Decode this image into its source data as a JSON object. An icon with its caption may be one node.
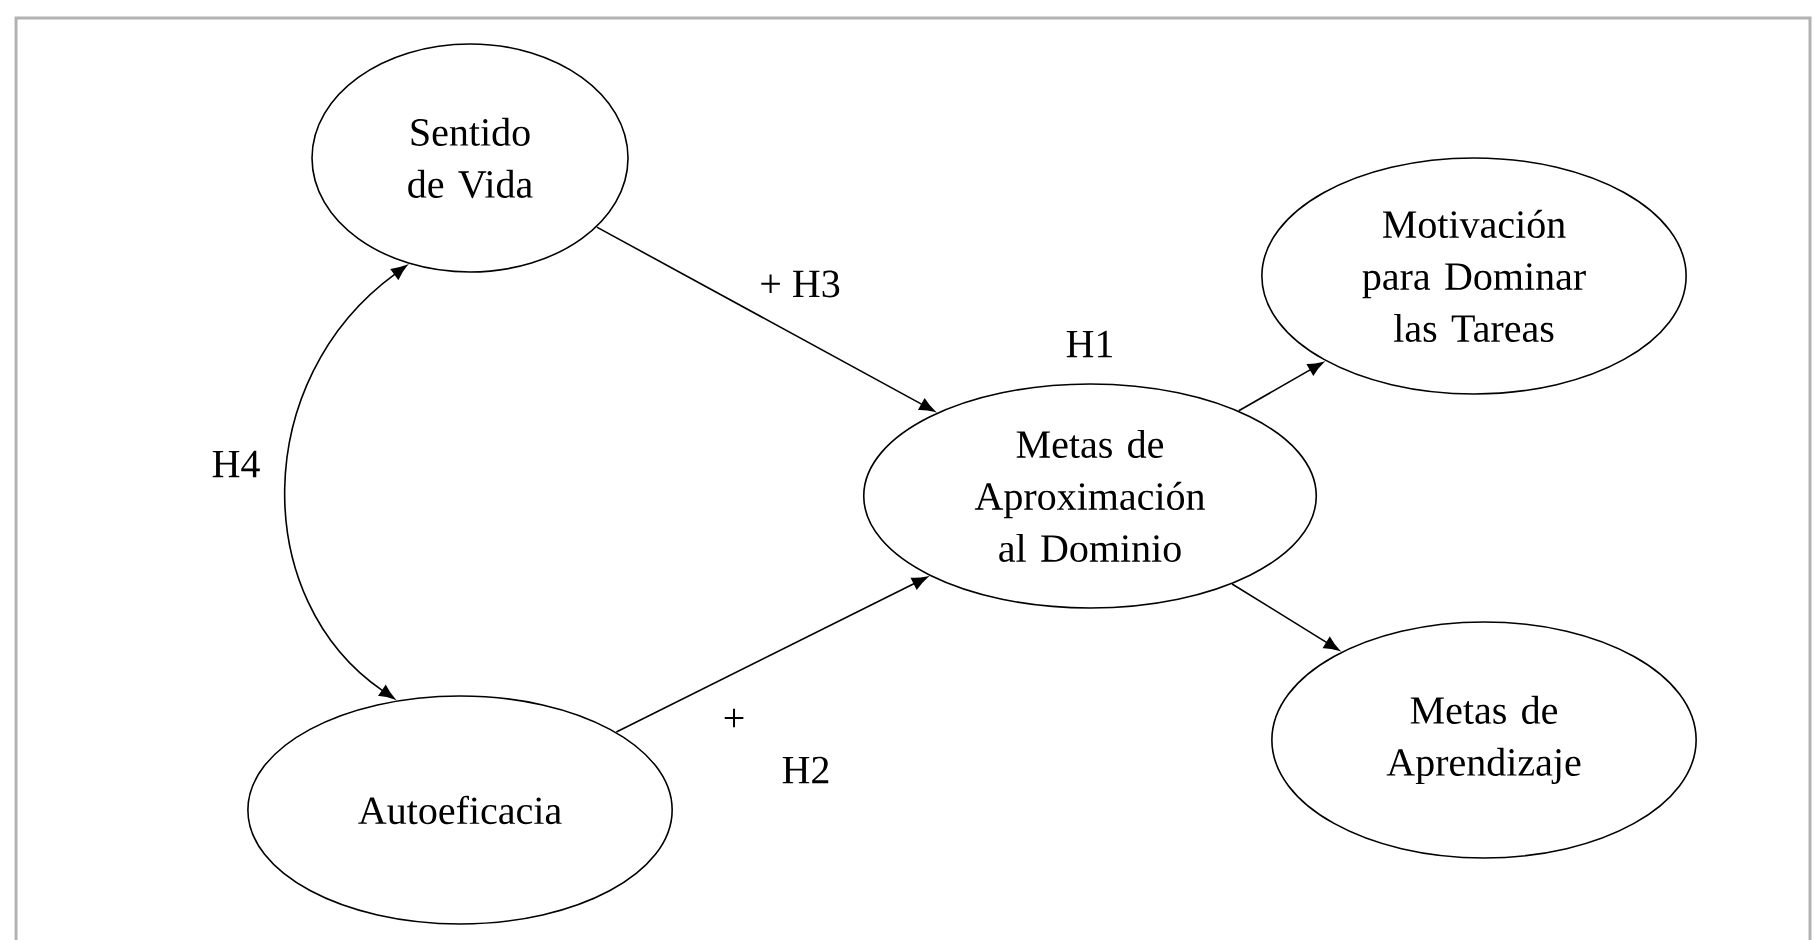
{
  "diagram": {
    "nodes": [
      {
        "text": [
          "Sentido de Vida"
        ]
      },
      {
        "text": [
          "Autoeficacia"
        ]
      },
      {
        "text": [
          "Metas de Aproximación al Dominio"
        ],
        "beside": [
          "H1"
        ]
      },
      {
        "text": [
          "Motivación para Dominar las Tareas"
        ]
      },
      {
        "text": [
          "Metas de Aprendizaje"
        ]
      }
    ],
    "edges": [
      {
        "from": 0,
        "to": 1,
        "arrow": "both",
        "label": "H4"
      },
      {
        "from": 0,
        "to": 2,
        "arrow": "to",
        "label": "+ H3"
      },
      {
        "from": 1,
        "to": 2,
        "arrow": "to",
        "label": "+"
      },
      {
        "from": 2,
        "to": 3,
        "arrow": "to"
      },
      {
        "from": 2,
        "to": 4,
        "arrow": "to"
      }
    ],
    "labels": [
      "H2"
    ]
  }
}
